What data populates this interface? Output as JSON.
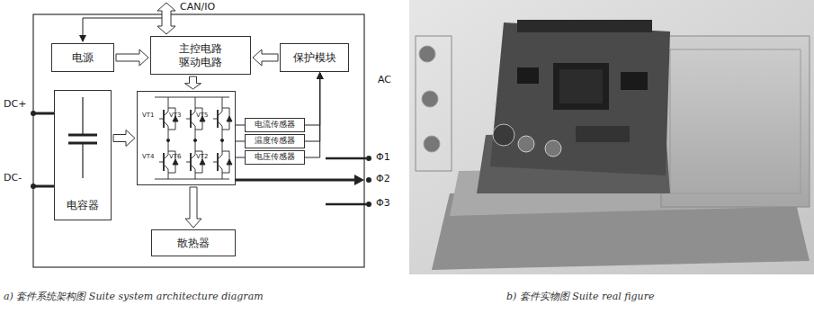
{
  "diagram": {
    "nodes": [
      {
        "text": [
          "电源"
        ]
      },
      {
        "text": [
          "主控电路 驱动电路"
        ]
      },
      {
        "text": [
          "保护模块"
        ]
      },
      {
        "text": [
          "电容器"
        ]
      },
      {
        "text": [
          "VT1",
          "VT3",
          "VT5",
          "VT4",
          "VT6",
          "VT2"
        ]
      },
      {
        "text": [
          "电流传感器"
        ]
      },
      {
        "text": [
          "温度传感器"
        ]
      },
      {
        "text": [
          "电压传感器"
        ]
      },
      {
        "text": [
          "散热器"
        ]
      }
    ],
    "edges": [
      {
        "from": 0,
        "to": 1,
        "arrow": "to"
      },
      {
        "from": 2,
        "to": 1,
        "arrow": "to"
      },
      {
        "from": 1,
        "to": 4,
        "arrow": "to"
      },
      {
        "from": 3,
        "to": 4,
        "arrow": "to"
      },
      {
        "from": 4,
        "to": 8,
        "arrow": "to"
      },
      {
        "from": 4,
        "to": 5,
        "arrow": "none"
      },
      {
        "from": 4,
        "to": 6,
        "arrow": "none"
      },
      {
        "from": 4,
        "to": 7,
        "arrow": "none"
      },
      {
        "from": 5,
        "to": 2,
        "arrow": "to"
      },
      {
        "from": 6,
        "to": 2,
        "arrow": "to"
      },
      {
        "from": 7,
        "to": 2,
        "arrow": "to"
      }
    ],
    "labels": [
      "CAN/IO",
      "DC+",
      "DC-",
      "AC",
      "Φ1",
      "Φ2",
      "Φ3",
      "a) 套件系统架构图 Suite system architecture diagram",
      "b) 套件实物图 Suite real figure"
    ]
  }
}
